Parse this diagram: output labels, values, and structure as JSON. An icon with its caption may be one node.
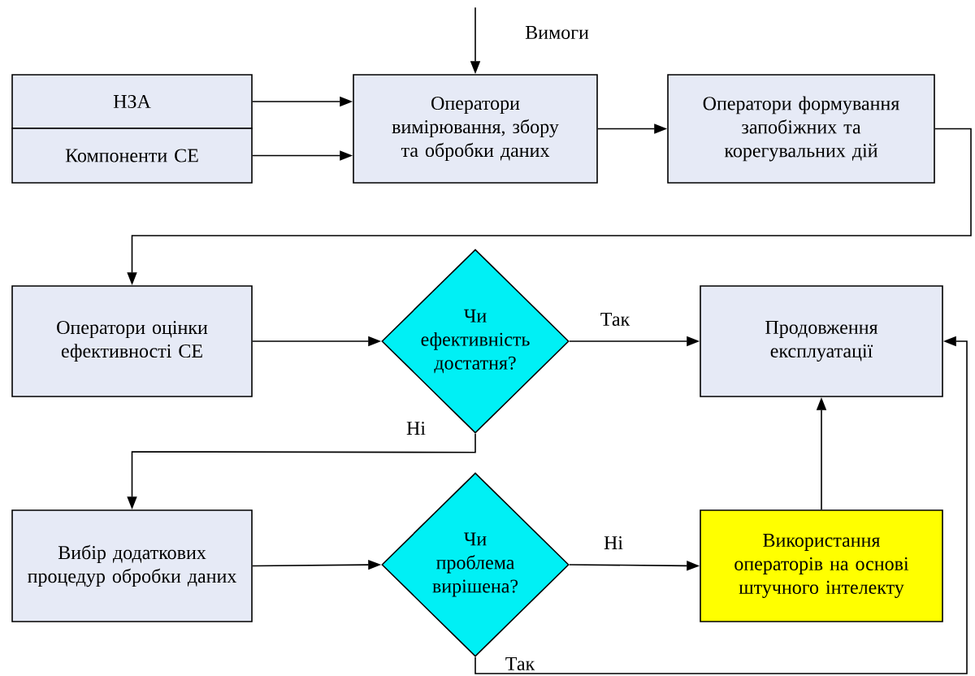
{
  "diagram": {
    "nodes": [
      {
        "text": [
          "НЗА"
        ]
      },
      {
        "text": [
          "Компоненти СЕ"
        ]
      },
      {
        "text": [
          "Оператори вимірювання, збору та обробки даних"
        ]
      },
      {
        "text": [
          "Оператори формування запобіжних та корегувальних дій"
        ]
      },
      {
        "text": [
          "Оператори оцінки ефективності СЕ"
        ]
      },
      {
        "text": [
          "Чи ефективність достатня?"
        ]
      },
      {
        "text": [
          "Продовження експлуатації"
        ]
      },
      {
        "text": [
          "Вибір додаткових процедур обробки даних"
        ]
      },
      {
        "text": [
          "Чи проблема вирішена?"
        ]
      },
      {
        "text": [
          "Використання операторів на основі штучного інтелекту"
        ]
      }
    ],
    "edges": [
      {
        "from": null,
        "to": 2,
        "arrow": "to",
        "label": "Вимоги"
      },
      {
        "from": 0,
        "to": 2,
        "arrow": "to"
      },
      {
        "from": 1,
        "to": 2,
        "arrow": "to"
      },
      {
        "from": 2,
        "to": 3,
        "arrow": "to"
      },
      {
        "from": 3,
        "to": 4,
        "arrow": "to"
      },
      {
        "from": 4,
        "to": 5,
        "arrow": "to"
      },
      {
        "from": 5,
        "to": 6,
        "arrow": "to",
        "label": "Так"
      },
      {
        "from": 5,
        "to": 7,
        "arrow": "to",
        "label": "Ні"
      },
      {
        "from": 7,
        "to": 8,
        "arrow": "to"
      },
      {
        "from": 8,
        "to": 9,
        "arrow": "to",
        "label": "Ні"
      },
      {
        "from": 9,
        "to": 6,
        "arrow": "to"
      },
      {
        "from": 8,
        "to": 6,
        "arrow": "to",
        "label": "Так"
      }
    ]
  }
}
